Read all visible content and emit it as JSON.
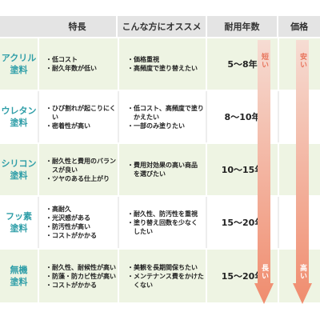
{
  "headers": {
    "features": "特長",
    "recommended": "こんな方にオススメ",
    "durability": "耐用年数",
    "price": "価格"
  },
  "rows": [
    {
      "name": [
        "アクリル",
        "塗料"
      ],
      "features": [
        "低コスト",
        "耐久年数が低い"
      ],
      "recommended": [
        "価格重視",
        "高頻度で塗り替えたい"
      ],
      "years": "5〜8年"
    },
    {
      "name": [
        "ウレタン",
        "塗料"
      ],
      "features": [
        "ひび割れが起こりにくい",
        "密着性が高い"
      ],
      "recommended": [
        "低コスト、高頻度で塗りかえたい",
        "一部のみ塗りたい"
      ],
      "years": "8〜10年"
    },
    {
      "name": [
        "シリコン",
        "塗料"
      ],
      "features": [
        "耐久性と費用のバランスが良い",
        "ツヤのある仕上がり"
      ],
      "recommended": [
        "費用対効果の高い商品を選びたい"
      ],
      "years": "10〜15年"
    },
    {
      "name": [
        "フッ素",
        "塗料"
      ],
      "features": [
        "高耐久",
        "光沢感がある",
        "防汚性が高い",
        "コストがかかる"
      ],
      "recommended": [
        "耐久性、防汚性を重視",
        "塗り替え回数を少なくしたい"
      ],
      "years": "15〜20年"
    },
    {
      "name": [
        "無機",
        "塗料"
      ],
      "features": [
        "耐久性、耐候性が高い",
        "防藻・防カビ性が高い",
        "コストがかかる"
      ],
      "recommended": [
        "美観を長期間保ちたい",
        "メンテナンス費をかけたくない"
      ],
      "years": "15〜20年"
    }
  ],
  "arrows": {
    "durability": {
      "top_label": "短い",
      "bottom_label": "長い",
      "color_top": "#f6dcd3",
      "color_bottom": "#f08c6e"
    },
    "price": {
      "top_label": "安い",
      "bottom_label": "高い",
      "color_top": "#f6dcd3",
      "color_bottom": "#f08c6e"
    }
  },
  "colors": {
    "name_text": "#2f9ea8",
    "header_bg": "#e4e4e4",
    "row_green": "#eef4e3"
  }
}
